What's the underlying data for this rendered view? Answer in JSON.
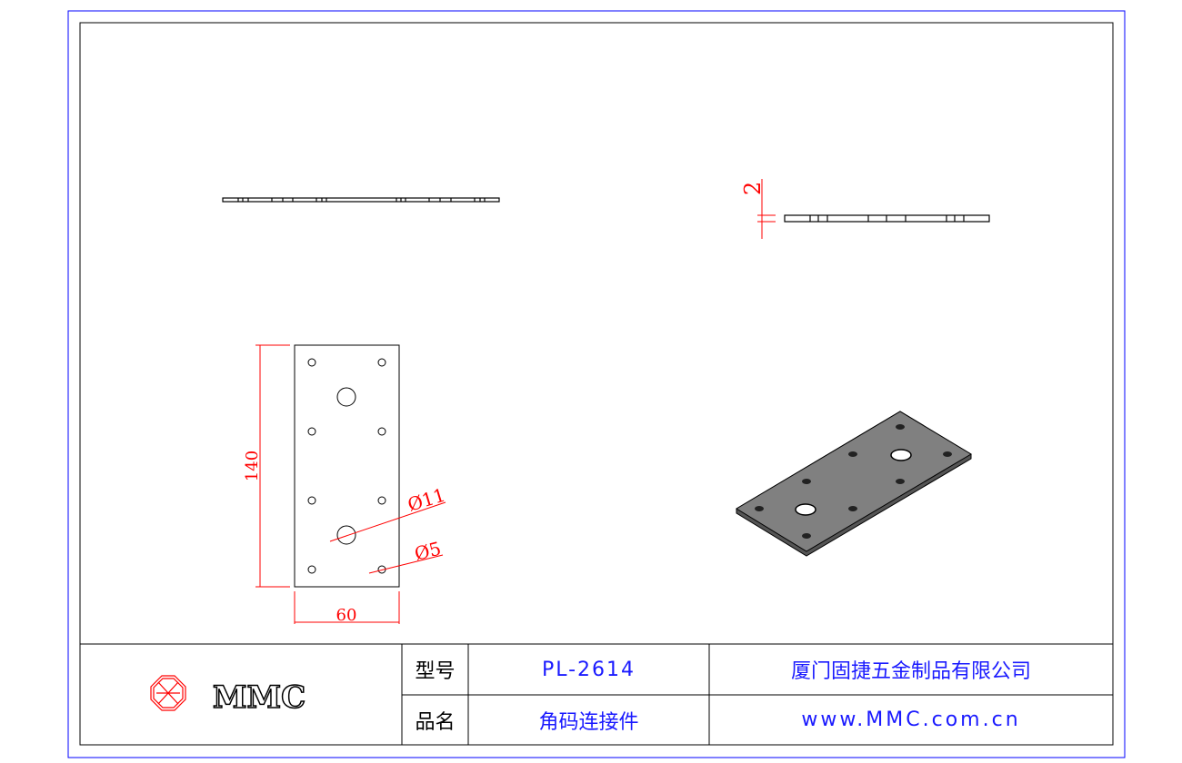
{
  "drawing": {
    "dimensions": {
      "length": "140",
      "width": "60",
      "thickness": "2",
      "large_hole": "Ø11",
      "small_hole": "Ø5"
    }
  },
  "title_block": {
    "logo_text": "MMC",
    "model_label": "型号",
    "model_value": "PL-2614",
    "name_label": "品名",
    "name_value": "角码连接件",
    "company": "厦门固捷五金制品有限公司",
    "website": "www.MMC.com.cn"
  },
  "colors": {
    "frame": "#0000ff",
    "dimension": "#ff0000",
    "text": "#1a1aff",
    "plate_3d": "#808080"
  }
}
